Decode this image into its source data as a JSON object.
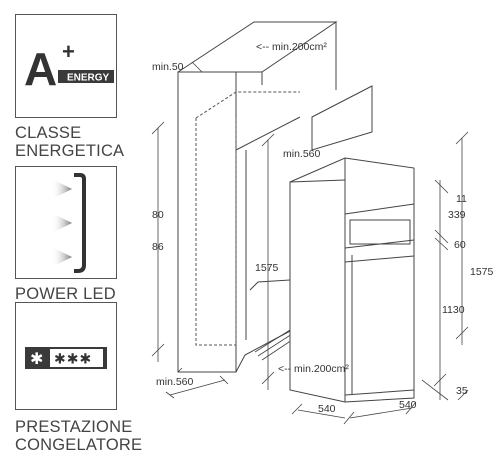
{
  "sidebar": {
    "energy": {
      "grade": "A",
      "plus": "+",
      "badge": "ENERGY",
      "caption_1": "CLASSE",
      "caption_2": "ENERGETICA"
    },
    "led": {
      "caption": "POWER LED"
    },
    "freezer": {
      "stars_single": "✱",
      "stars_triple": "✱✱✱",
      "caption_1": "PRESTAZIONE",
      "caption_2": "CONGELATORE"
    }
  },
  "diagram": {
    "labels": {
      "min_200_top": "<-- min.200cm²",
      "min_50": "min.50",
      "min_560_top": "min.560",
      "dim_80": "80",
      "dim_86": "86",
      "dim_1575_left": "1575",
      "min_560_bottom": "min.560",
      "min_200_bottom": "<-- min.200cm²",
      "dim_540_left": "540",
      "dim_540_right": "540",
      "dim_11": "11",
      "dim_339": "339",
      "dim_60": "60",
      "dim_1130": "1130",
      "dim_35": "35",
      "dim_1575_right": "1575"
    }
  }
}
